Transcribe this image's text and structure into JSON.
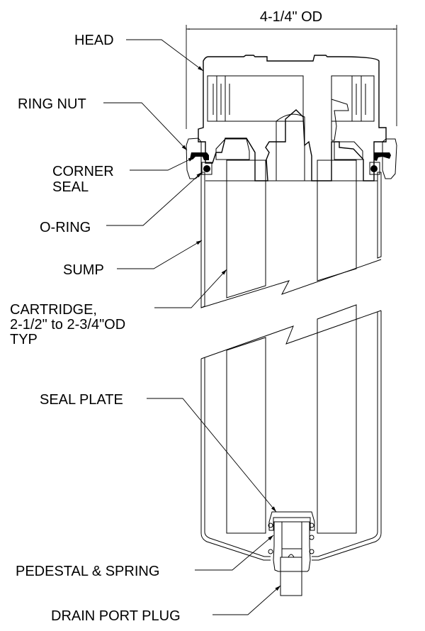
{
  "title": "Filter Housing Cross-Section",
  "dimension": {
    "label": "4-1/4\" OD"
  },
  "callouts": [
    {
      "id": "head",
      "lines": [
        "HEAD"
      ]
    },
    {
      "id": "ring-nut",
      "lines": [
        "RING NUT"
      ]
    },
    {
      "id": "corner-seal",
      "lines": [
        "CORNER",
        "SEAL"
      ]
    },
    {
      "id": "o-ring",
      "lines": [
        "O-RING"
      ]
    },
    {
      "id": "sump",
      "lines": [
        "SUMP"
      ]
    },
    {
      "id": "cartridge",
      "lines": [
        "CARTRIDGE,",
        "2-1/2\" to 2-3/4\"OD",
        "TYP"
      ]
    },
    {
      "id": "seal-plate",
      "lines": [
        "SEAL PLATE"
      ]
    },
    {
      "id": "pedestal-spring",
      "lines": [
        "PEDESTAL & SPRING"
      ]
    },
    {
      "id": "drain-port-plug",
      "lines": [
        "DRAIN PORT PLUG"
      ]
    }
  ],
  "colors": {
    "line": "#000000",
    "cartridge_fill": "#c0c0c0",
    "seal_fill": "#000000",
    "background": "#ffffff"
  }
}
